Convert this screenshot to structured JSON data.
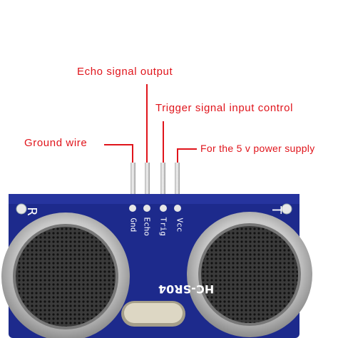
{
  "labels": {
    "echo": "Echo signal output",
    "trigger": "Trigger signal input control",
    "ground": "Ground wire",
    "vcc": "For the 5 v power supply"
  },
  "board": {
    "model": "HC-SR04",
    "pins": [
      "Gnd",
      "Echo",
      "Trig",
      "Vcc"
    ],
    "left_mark": "R",
    "right_mark": "T"
  },
  "colors": {
    "annotation": "#e0141b",
    "pcb": "#1d2a8c",
    "transducer_rim": "#c9c9c9",
    "mesh": "#2a2a2a",
    "crystal": "#d8d2c0"
  }
}
